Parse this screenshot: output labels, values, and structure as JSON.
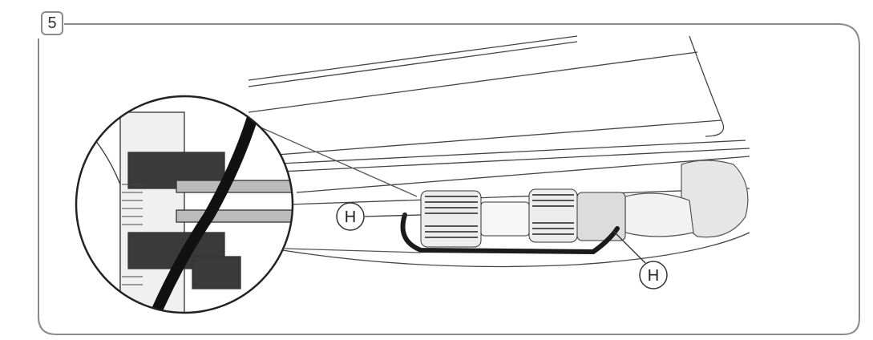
{
  "step": {
    "number": "5"
  },
  "callouts": [
    {
      "id": "left",
      "letter": "H"
    },
    {
      "id": "right",
      "letter": "H"
    }
  ],
  "colors": {
    "frame": "#8a8a8a",
    "line": "#444444",
    "cable": "#1a1a1a",
    "shade": "#cfcfcf"
  }
}
